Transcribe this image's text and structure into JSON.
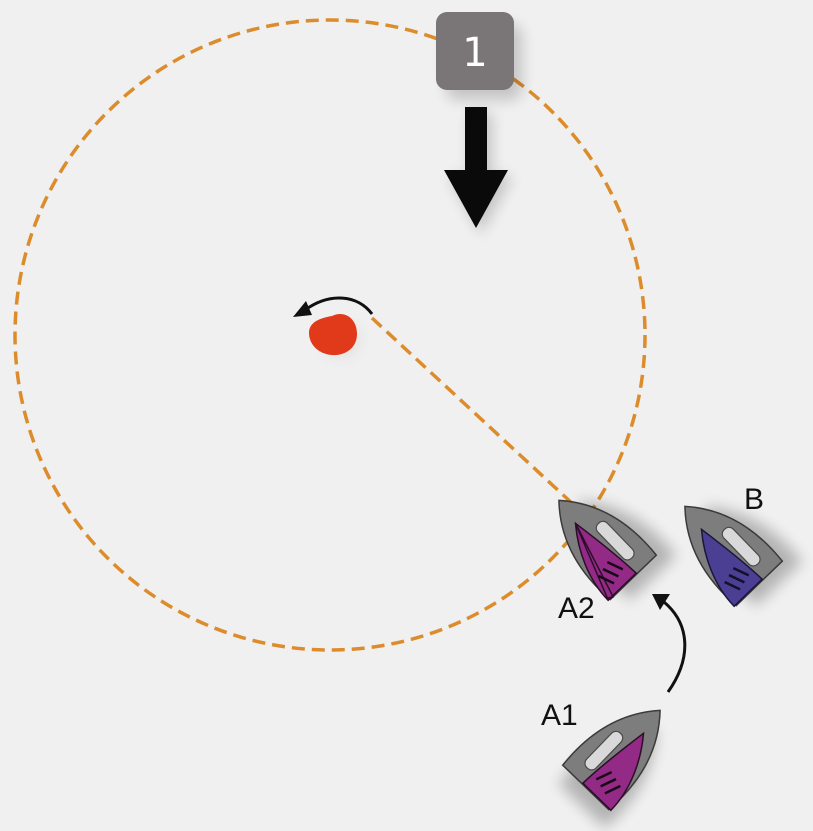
{
  "diagram": {
    "step_number": "1",
    "labels": {
      "boat_b": "B",
      "boat_a2": "A2",
      "boat_a1": "A1"
    },
    "icons": {
      "wind_arrow": "wind-arrow-icon",
      "mark": "mark-icon",
      "rounding_arrow": "curved-arrow-icon",
      "move_arrow": "curved-arrow-icon"
    },
    "colors": {
      "zone_circle": "#dd8c2c",
      "mark": "#e03a1a",
      "boat_a_sail": "#922a86",
      "boat_b_sail": "#4a3f93",
      "hull": "#7d7d7d",
      "step_badge": "#7a7576",
      "background": "#f0f0f0"
    }
  }
}
